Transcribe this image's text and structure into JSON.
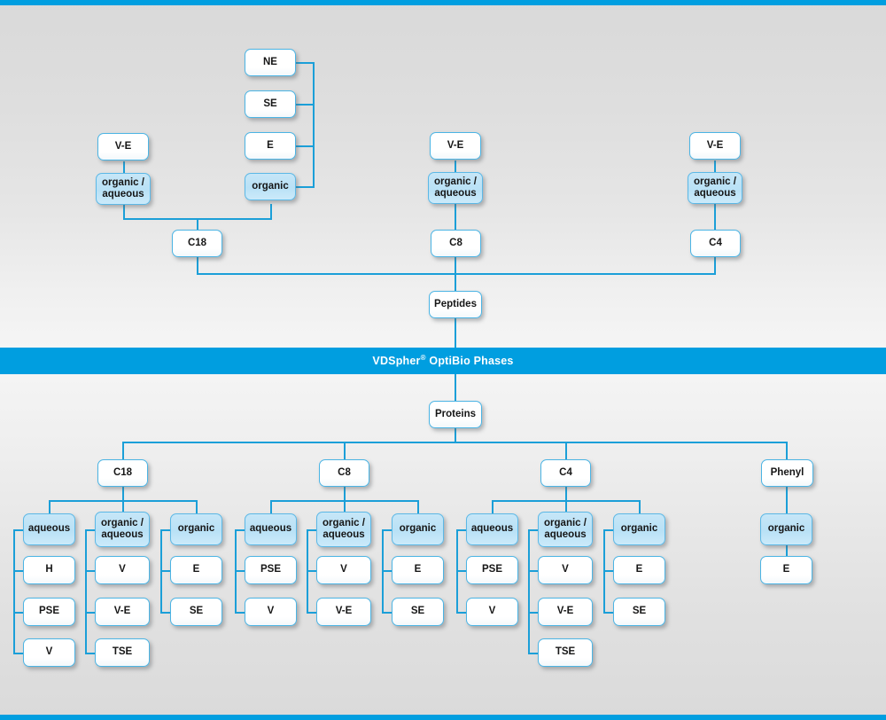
{
  "banner": {
    "title_main": "VDSpher",
    "title_sup": "®",
    "title_rest": " OptiBio Phases"
  },
  "colors": {
    "accent": "#009ee0",
    "line": "#1b9fd8",
    "box_border": "#4bb4e4",
    "box_blue_fill": "#bfe3f5",
    "box_white_fill": "#ffffff",
    "background": "#dcdcdc"
  },
  "peptides": {
    "root": "Peptides",
    "columns": [
      {
        "phase": "C18",
        "modes": [
          {
            "label": "organic /\naqueous",
            "type": "blue",
            "children": [
              {
                "label": "V-E"
              }
            ]
          },
          {
            "label": "organic",
            "type": "blue",
            "children": [
              {
                "label": "NE"
              },
              {
                "label": "SE"
              },
              {
                "label": "E"
              }
            ]
          }
        ]
      },
      {
        "phase": "C8",
        "modes": [
          {
            "label": "organic /\naqueous",
            "type": "blue",
            "children": [
              {
                "label": "V-E"
              }
            ]
          }
        ]
      },
      {
        "phase": "C4",
        "modes": [
          {
            "label": "organic /\naqueous",
            "type": "blue",
            "children": [
              {
                "label": "V-E"
              }
            ]
          }
        ]
      }
    ]
  },
  "proteins": {
    "root": "Proteins",
    "columns": [
      {
        "phase": "C18",
        "modes": [
          {
            "label": "aqueous",
            "type": "blue",
            "children": [
              {
                "label": "H"
              },
              {
                "label": "PSE"
              },
              {
                "label": "V"
              }
            ]
          },
          {
            "label": "organic /\naqueous",
            "type": "blue",
            "children": [
              {
                "label": "V"
              },
              {
                "label": "V-E"
              },
              {
                "label": "TSE"
              }
            ]
          },
          {
            "label": "organic",
            "type": "blue",
            "children": [
              {
                "label": "E"
              },
              {
                "label": "SE"
              }
            ]
          }
        ]
      },
      {
        "phase": "C8",
        "modes": [
          {
            "label": "aqueous",
            "type": "blue",
            "children": [
              {
                "label": "PSE"
              },
              {
                "label": "V"
              }
            ]
          },
          {
            "label": "organic /\naqueous",
            "type": "blue",
            "children": [
              {
                "label": "V"
              },
              {
                "label": "V-E"
              }
            ]
          },
          {
            "label": "organic",
            "type": "blue",
            "children": [
              {
                "label": "E"
              },
              {
                "label": "SE"
              }
            ]
          }
        ]
      },
      {
        "phase": "C4",
        "modes": [
          {
            "label": "aqueous",
            "type": "blue",
            "children": [
              {
                "label": "PSE"
              },
              {
                "label": "V"
              }
            ]
          },
          {
            "label": "organic /\naqueous",
            "type": "blue",
            "children": [
              {
                "label": "V"
              },
              {
                "label": "V-E"
              },
              {
                "label": "TSE"
              }
            ]
          },
          {
            "label": "organic",
            "type": "blue",
            "children": [
              {
                "label": "E"
              },
              {
                "label": "SE"
              }
            ]
          }
        ]
      },
      {
        "phase": "Phenyl",
        "modes": [
          {
            "label": "organic",
            "type": "blue",
            "children": [
              {
                "label": "E"
              }
            ]
          }
        ]
      }
    ]
  },
  "nodes": {
    "top_left": {
      "ve": "V-E",
      "organic_aqueous": "organic /\naqueous",
      "ne": "NE",
      "se": "SE",
      "e": "E",
      "organic": "organic",
      "c18": "C18"
    },
    "top_mid": {
      "ve": "V-E",
      "organic_aqueous": "organic /\naqueous",
      "c8": "C8"
    },
    "top_right": {
      "ve": "V-E",
      "organic_aqueous": "organic /\naqueous",
      "c4": "C4"
    },
    "peptides": "Peptides",
    "proteins": "Proteins",
    "b_c18": "C18",
    "b_c8": "C8",
    "b_c4": "C4",
    "b_phenyl": "Phenyl",
    "g1": {
      "m1": "aqueous",
      "m1c1": "H",
      "m1c2": "PSE",
      "m1c3": "V",
      "m2": "organic /\naqueous",
      "m2c1": "V",
      "m2c2": "V-E",
      "m2c3": "TSE",
      "m3": "organic",
      "m3c1": "E",
      "m3c2": "SE"
    },
    "g2": {
      "m1": "aqueous",
      "m1c1": "PSE",
      "m1c2": "V",
      "m2": "organic /\naqueous",
      "m2c1": "V",
      "m2c2": "V-E",
      "m3": "organic",
      "m3c1": "E",
      "m3c2": "SE"
    },
    "g3": {
      "m1": "aqueous",
      "m1c1": "PSE",
      "m1c2": "V",
      "m2": "organic /\naqueous",
      "m2c1": "V",
      "m2c2": "V-E",
      "m2c3": "TSE",
      "m3": "organic",
      "m3c1": "E",
      "m3c2": "SE"
    },
    "g4": {
      "m1": "organic",
      "m1c1": "E"
    }
  }
}
